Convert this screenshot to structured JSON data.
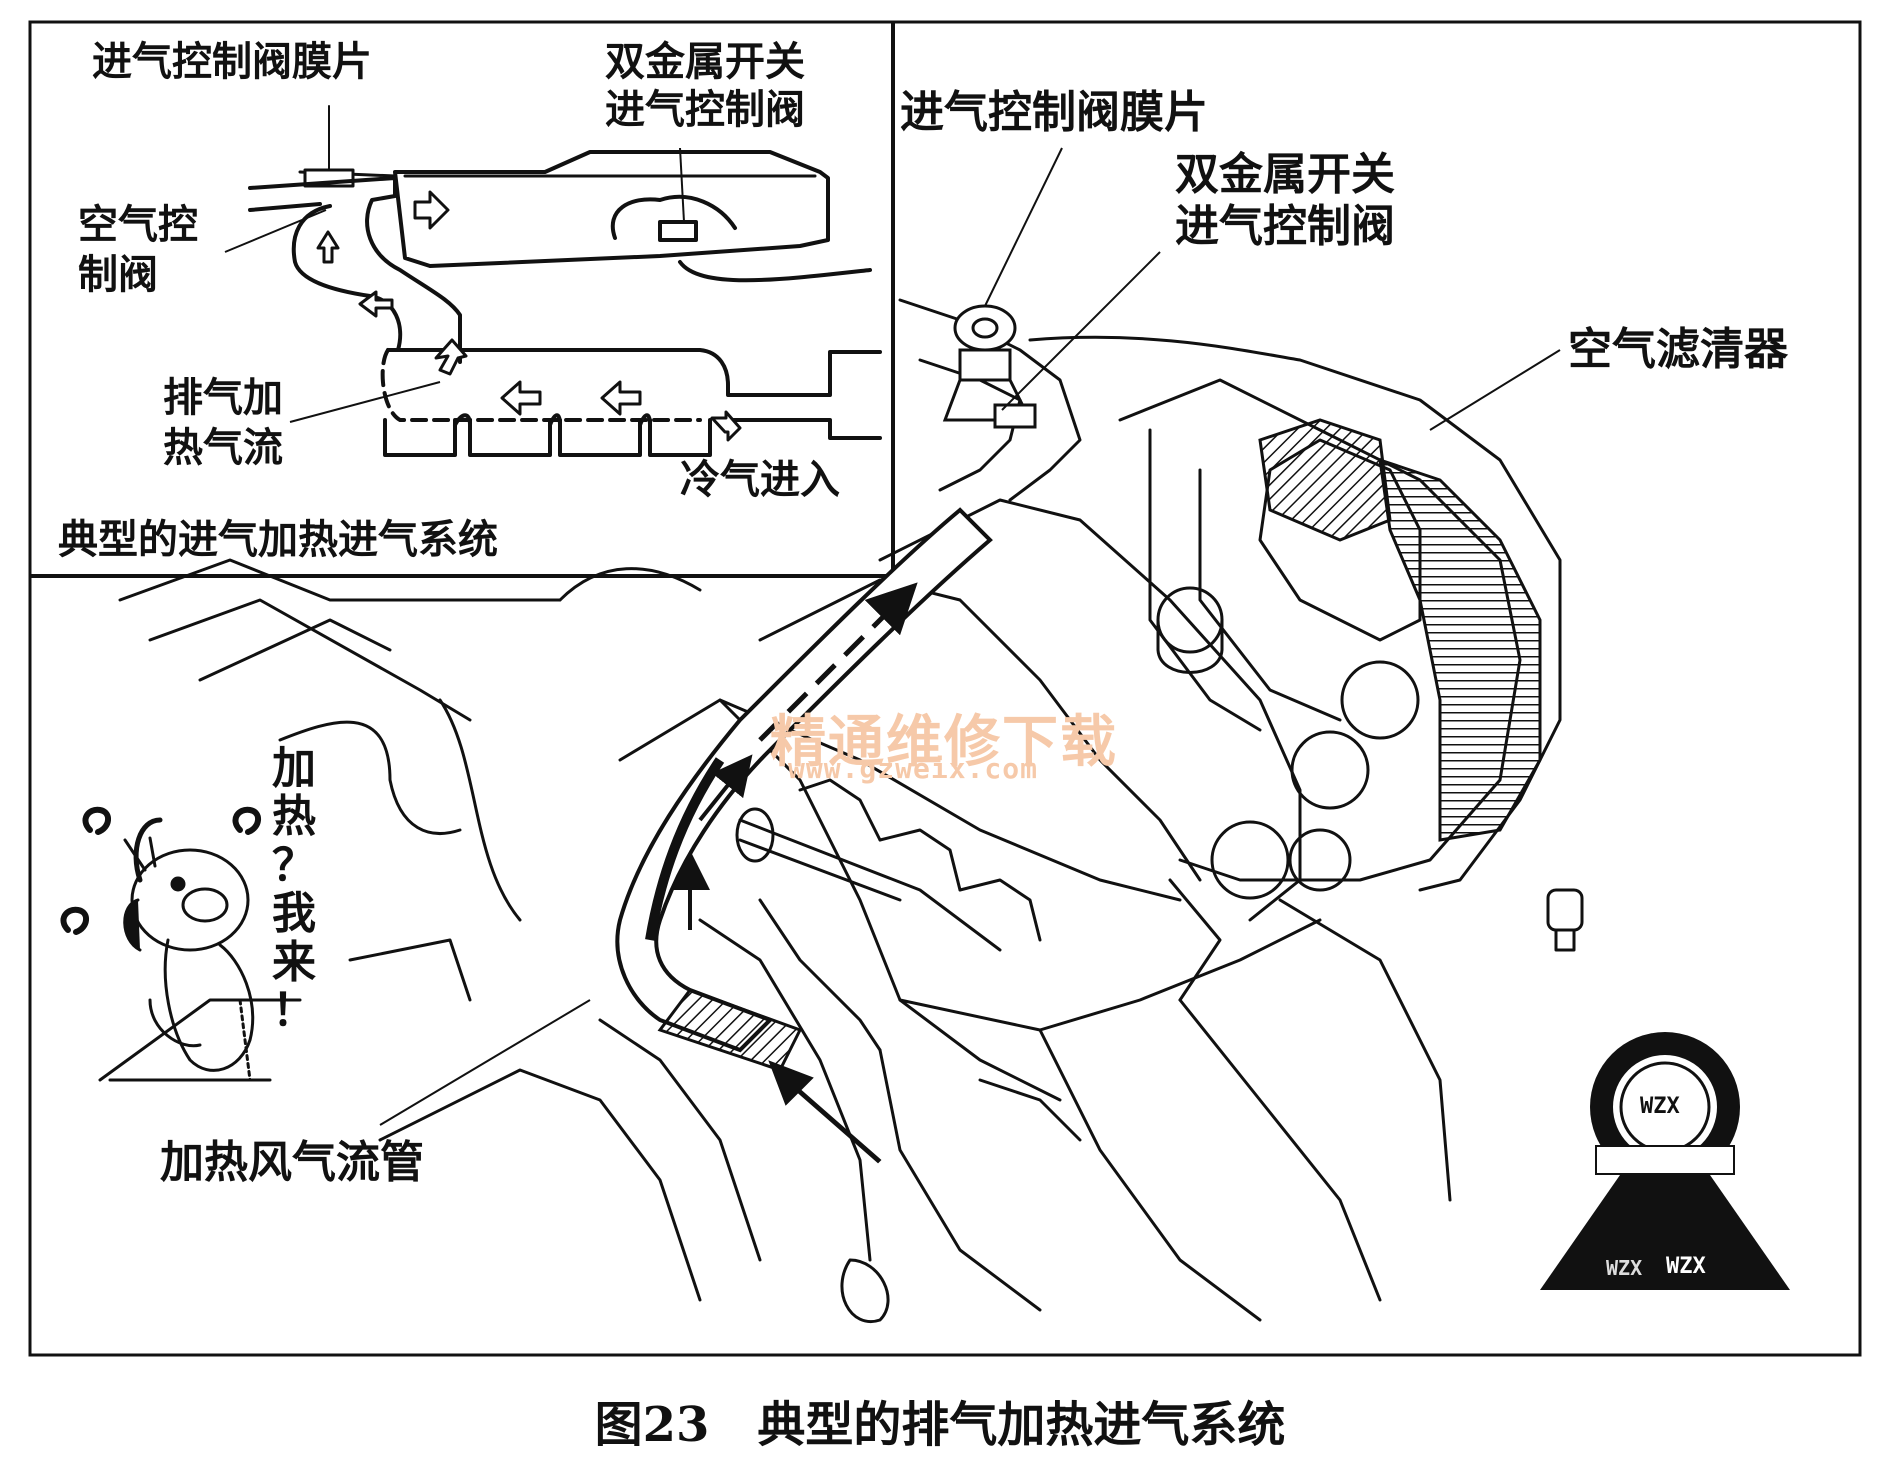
{
  "inset": {
    "title": "典型的进气加热进气系统",
    "labels": {
      "diaphragm": "进气控制阀膜片",
      "bimetal_line1": "双金属开关",
      "bimetal_line2": "进气控制阀",
      "air_valve_line1": "空气控",
      "air_valve_line2": "制阀",
      "exhaust_line1": "排气加",
      "exhaust_line2": "热气流",
      "cold_air": "冷气进入"
    }
  },
  "main": {
    "labels": {
      "diaphragm": "进气控制阀膜片",
      "bimetal_line1": "双金属开关",
      "bimetal_line2": "进气控制阀",
      "air_cleaner": "空气滤清器",
      "hot_air_duct": "加热风气流管",
      "mascot_speech": "加\n热\n？\n我\n来\n！"
    },
    "watermark": {
      "text": "精通维修下载",
      "url": "www.gzweix.com",
      "color": "#f6c9a9"
    },
    "seal": {
      "top": "WZX",
      "bottom_left": "WZX",
      "bottom_right": "WZX"
    }
  },
  "caption": "图23　典型的排气加热进气系统"
}
